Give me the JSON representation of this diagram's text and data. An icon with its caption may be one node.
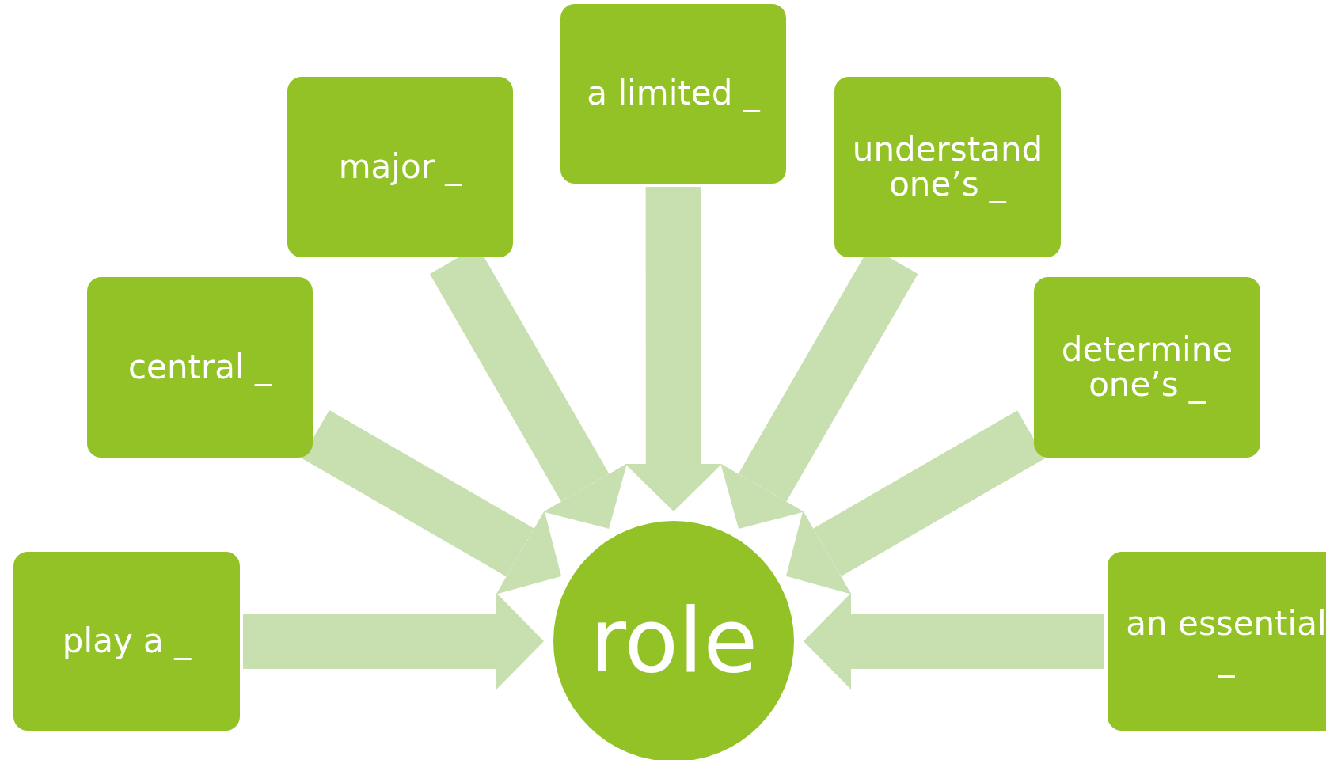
{
  "diagram": {
    "nodes": [
      {
        "text": [
          "play a _"
        ]
      },
      {
        "text": [
          "central _"
        ]
      },
      {
        "text": [
          "major _"
        ]
      },
      {
        "text": [
          "a limited _"
        ]
      },
      {
        "text": [
          "understand one’s _"
        ]
      },
      {
        "text": [
          "determine one’s _"
        ]
      },
      {
        "text": [
          "an essential _"
        ]
      },
      {
        "text": [
          "role"
        ]
      }
    ],
    "edges": [
      {
        "from": 0,
        "to": 7,
        "arrow": "to"
      },
      {
        "from": 1,
        "to": 7,
        "arrow": "to"
      },
      {
        "from": 2,
        "to": 7,
        "arrow": "to"
      },
      {
        "from": 3,
        "to": 7,
        "arrow": "to"
      },
      {
        "from": 4,
        "to": 7,
        "arrow": "to"
      },
      {
        "from": 5,
        "to": 7,
        "arrow": "to"
      },
      {
        "from": 6,
        "to": 7,
        "arrow": "to"
      }
    ]
  }
}
